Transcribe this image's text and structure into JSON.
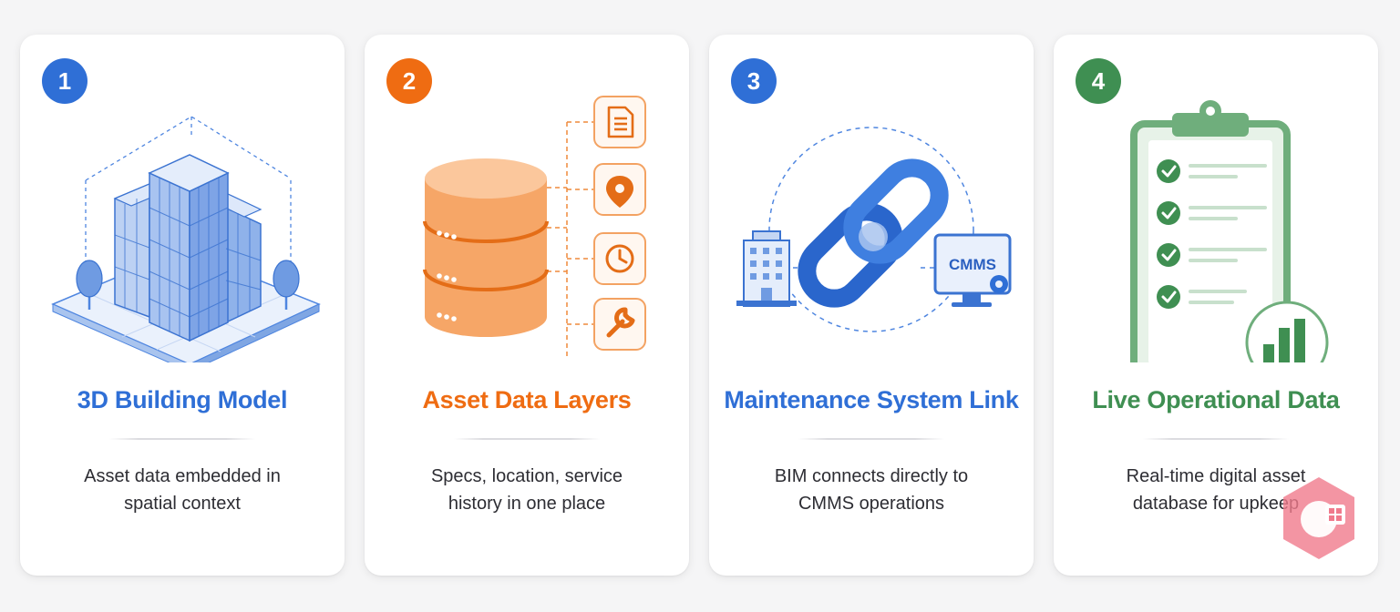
{
  "colors": {
    "blue": "#2f6fd6",
    "orange": "#ef6c12",
    "green": "#3f8f52",
    "text": "#2d2d33"
  },
  "cards": [
    {
      "number": "1",
      "title": "3D Building Model",
      "description_line1": "Asset data embedded in",
      "description_line2": "spatial context",
      "icon": "isometric-building-icon"
    },
    {
      "number": "2",
      "title": "Asset Data Layers",
      "description_line1": "Specs, location, service",
      "description_line2": "history in one place",
      "icon": "database-stack-icon"
    },
    {
      "number": "3",
      "title": "Maintenance System Link",
      "description_line1": "BIM connects directly to",
      "description_line2": "CMMS operations",
      "icon": "chain-link-icon",
      "monitor_label": "CMMS"
    },
    {
      "number": "4",
      "title": "Live Operational Data",
      "description_line1": "Real-time digital asset",
      "description_line2": "database for upkeep",
      "icon": "clipboard-checklist-icon"
    }
  ]
}
